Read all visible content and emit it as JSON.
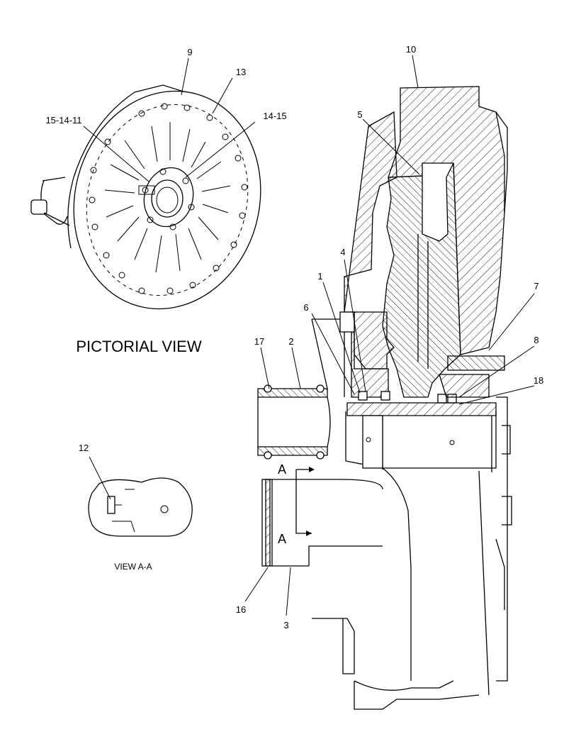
{
  "view_labels": {
    "pictorial": "PICTORIAL VIEW",
    "section": "VIEW A-A",
    "section_letter_top": "A",
    "section_letter_bottom": "A"
  },
  "callouts": {
    "c1": "1",
    "c2": "2",
    "c3": "3",
    "c4": "4",
    "c5": "5",
    "c6": "6",
    "c7": "7",
    "c8": "8",
    "c9": "9",
    "c10": "10",
    "c12": "12",
    "c13": "13",
    "c16": "16",
    "c17": "17",
    "c18": "18",
    "c15_14_11": "15-14-11",
    "c14_15": "14-15"
  }
}
